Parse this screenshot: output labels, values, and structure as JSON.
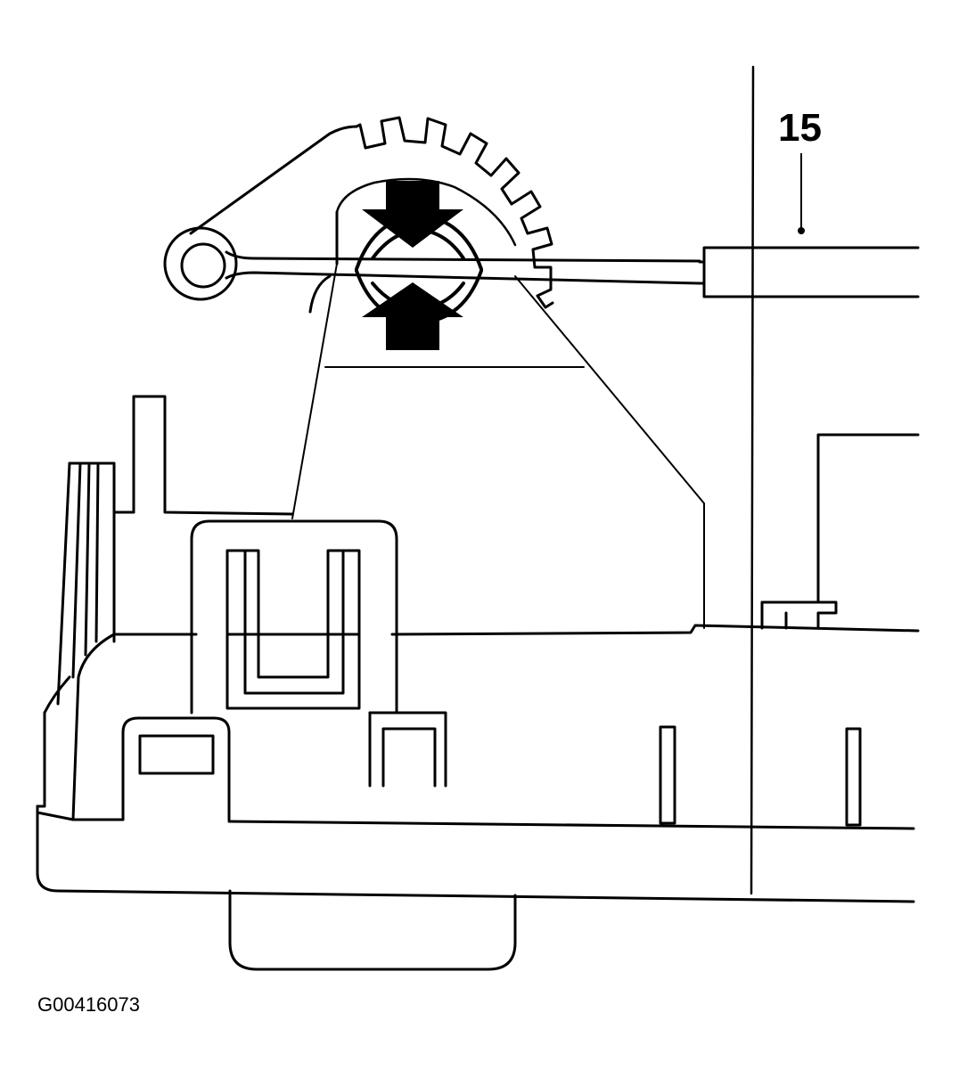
{
  "figure": {
    "callouts": [
      {
        "id": "cable",
        "text": "15"
      }
    ],
    "figure_id": "G00416073",
    "colors": {
      "line": "#000000",
      "paper": "#ffffff",
      "arrow_fill": "#000000"
    },
    "icons": [
      "compress-arrow-down-icon",
      "compress-arrow-up-icon"
    ]
  }
}
